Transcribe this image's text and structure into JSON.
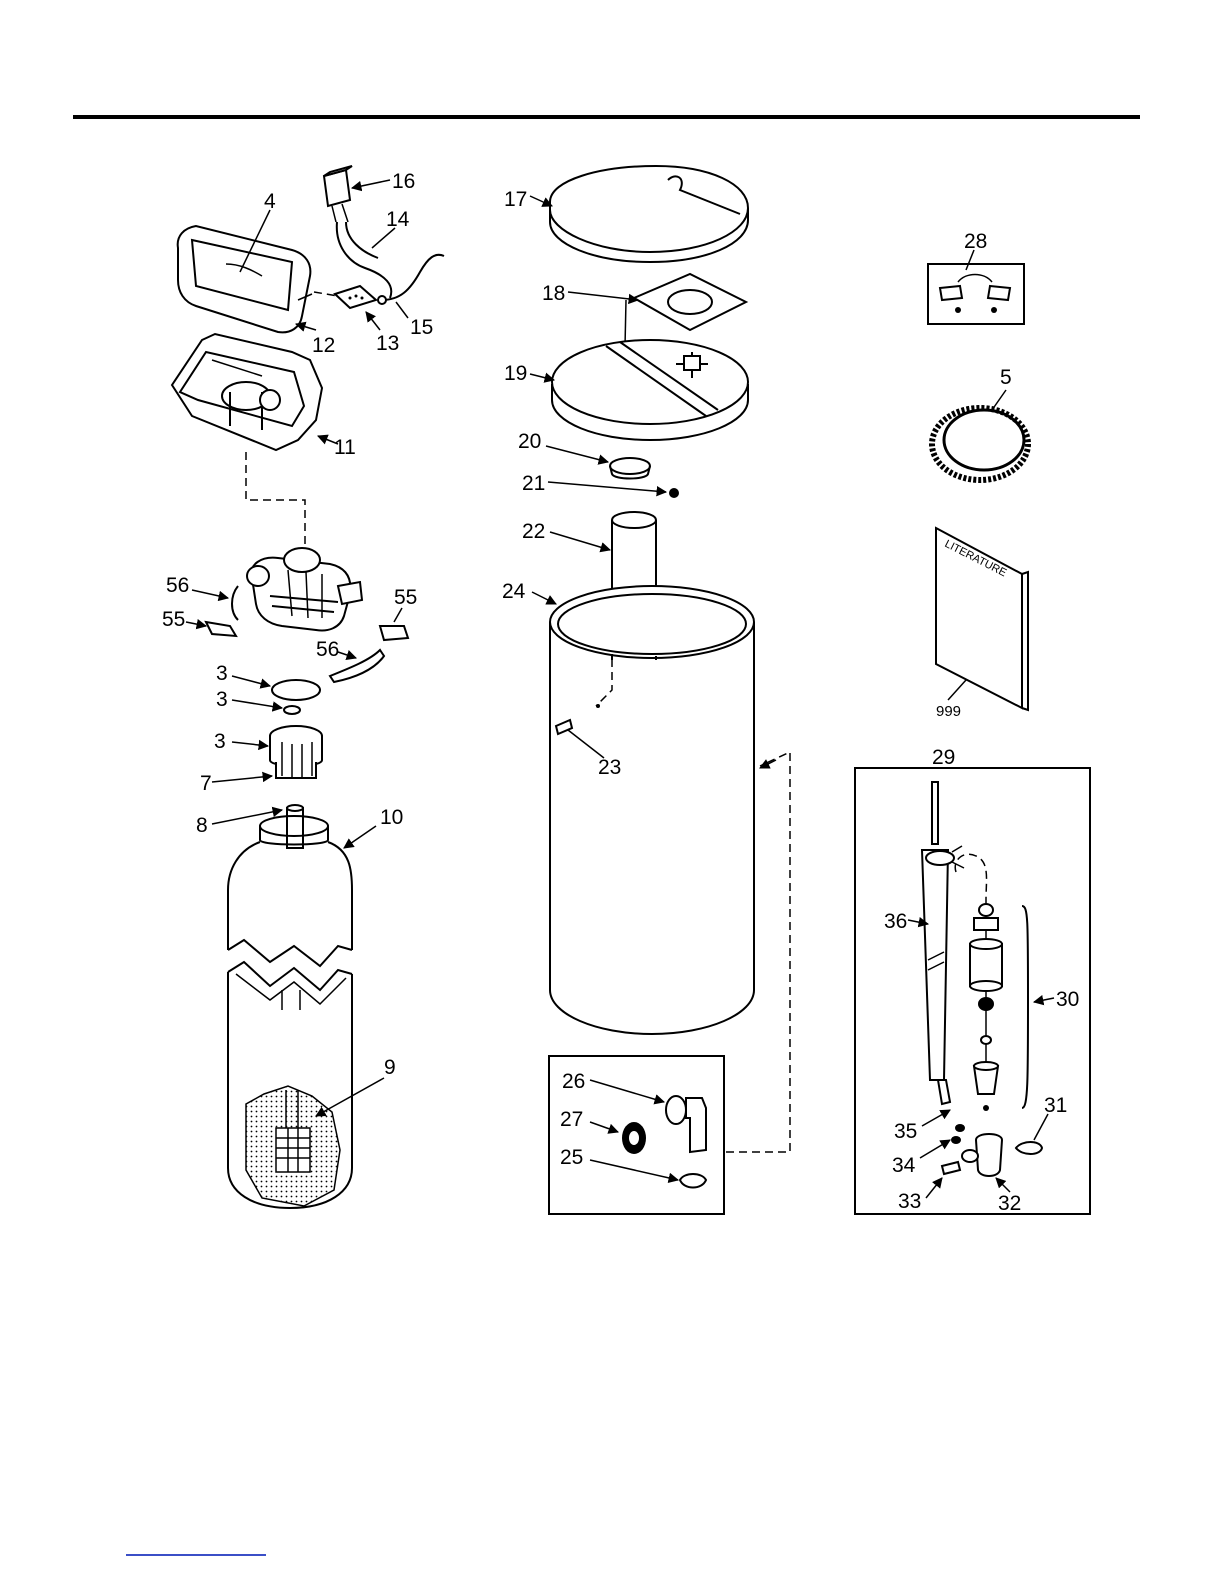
{
  "diagram": {
    "part_labels": {
      "p3a": "3",
      "p3b": "3",
      "p3c": "3",
      "p4": "4",
      "p5": "5",
      "p7": "7",
      "p8": "8",
      "p9": "9",
      "p10": "10",
      "p11": "11",
      "p12": "12",
      "p13": "13",
      "p14": "14",
      "p15": "15",
      "p16": "16",
      "p17": "17",
      "p18": "18",
      "p19": "19",
      "p20": "20",
      "p21": "21",
      "p22": "22",
      "p23": "23",
      "p24": "24",
      "p25": "25",
      "p26": "26",
      "p27": "27",
      "p28": "28",
      "p29": "29",
      "p30": "30",
      "p31": "31",
      "p32": "32",
      "p33": "33",
      "p34": "34",
      "p35": "35",
      "p36": "36",
      "p55a": "55",
      "p55b": "55",
      "p56a": "56",
      "p56b": "56",
      "p999": "999"
    },
    "literature_text": "LITERATURE"
  },
  "colors": {
    "ink": "#000000",
    "footer_link": "#3b4fc7",
    "background": "#ffffff"
  }
}
